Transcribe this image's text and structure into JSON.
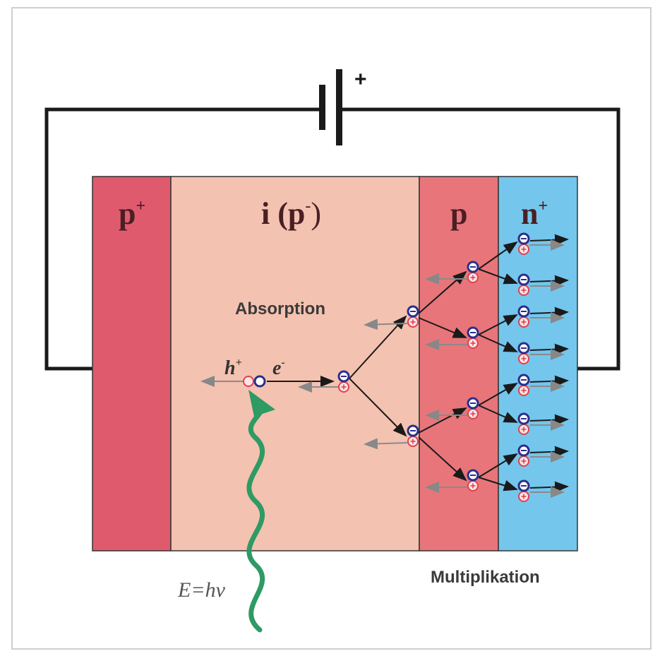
{
  "battery": {
    "polarity_label": "+"
  },
  "regions": [
    {
      "key": "p_plus",
      "label": "p",
      "sup": "+",
      "color": "#e05a6e"
    },
    {
      "key": "intrinsic",
      "label": "i (p",
      "sup": "-",
      "suffix": ")",
      "color": "#f4c2b0"
    },
    {
      "key": "p",
      "label": "p",
      "sup": "",
      "color": "#e8757a"
    },
    {
      "key": "n_plus",
      "label": "n",
      "sup": "+",
      "color": "#74c6ec"
    }
  ],
  "labels": {
    "absorption": "Absorption",
    "multiplication": "Multiplikation",
    "photon_energy": "E=hν",
    "hole": "h",
    "hole_sup": "+",
    "electron": "e",
    "electron_sup": "-"
  },
  "colors": {
    "electron": "#2b2f8a",
    "hole": "#e0404e",
    "photon_arrow": "#2e9a64",
    "wire": "#1a1a1a"
  }
}
